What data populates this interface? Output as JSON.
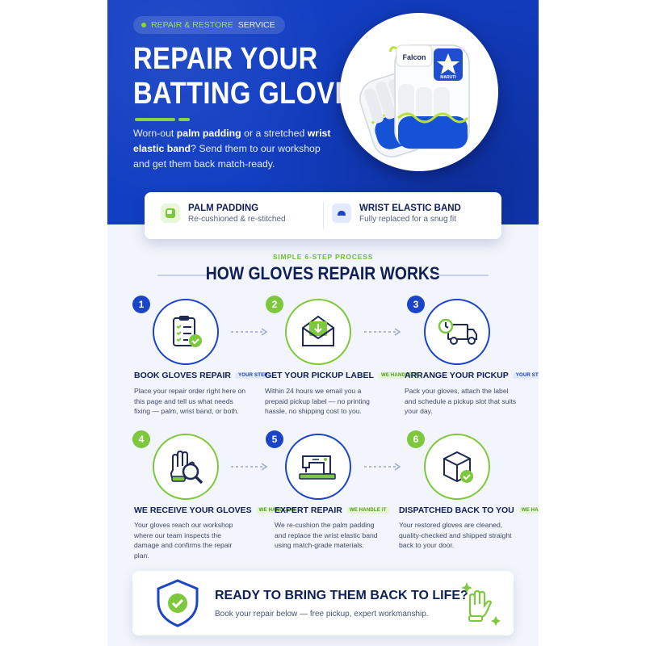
{
  "hero": {
    "pill_prefix": "REPAIR & RESTORE",
    "pill_suffix": "SERVICE",
    "title_line1": "REPAIR YOUR",
    "title_line2": "BATTING GLOVES",
    "lede_part1": "Worn-out ",
    "lede_bold1": "palm padding",
    "lede_part2": " or a stretched ",
    "lede_bold2": "wrist elastic band",
    "lede_part3": "? Send them to our workshop and get them back match-ready.",
    "glove_brand_text": "Falcon",
    "glove_logo_text": "MARUTI"
  },
  "features": [
    {
      "title": "PALM PADDING",
      "subtitle": "Re-cushioned & re-stitched",
      "icon": "palm-pad-icon",
      "color": "#7ec83d"
    },
    {
      "title": "WRIST ELASTIC BAND",
      "subtitle": "Fully replaced for a snug fit",
      "icon": "wrist-band-icon",
      "color": "#1b44c6"
    }
  ],
  "process": {
    "kicker": "SIMPLE 6-STEP PROCESS",
    "title": "HOW GLOVES REPAIR WORKS"
  },
  "steps": [
    {
      "number": "1",
      "title": "BOOK GLOVES REPAIR",
      "badge": "YOUR STEP",
      "badge_type": "you",
      "description": "Place your repair order right here on this page and tell us what needs fixing — palm, wrist band, or both.",
      "icon": "clipboard-checklist-icon"
    },
    {
      "number": "2",
      "title": "GET YOUR PICKUP LABEL",
      "badge": "WE HANDLE IT",
      "badge_type": "we",
      "description": "Within 24 hours we email you a prepaid pickup label — no printing hassle, no shipping cost to you.",
      "icon": "email-envelope-icon"
    },
    {
      "number": "3",
      "title": "ARRANGE YOUR PICKUP",
      "badge": "YOUR STEP",
      "badge_type": "you",
      "description": "Pack your gloves, attach the label and schedule a pickup slot that suits your day.",
      "icon": "delivery-truck-icon"
    },
    {
      "number": "4",
      "title": "WE RECEIVE YOUR GLOVES",
      "badge": "WE HANDLE IT",
      "badge_type": "we",
      "description": "Your gloves reach our workshop where our team inspects the damage and confirms the repair plan.",
      "icon": "glove-inspect-icon"
    },
    {
      "number": "5",
      "title": "EXPERT REPAIR",
      "badge": "WE HANDLE IT",
      "badge_type": "we",
      "description": "We re-cushion the palm padding and replace the wrist elastic band using match-grade materials.",
      "icon": "sewing-machine-icon"
    },
    {
      "number": "6",
      "title": "DISPATCHED BACK TO YOU",
      "badge": "WE HANDLE IT",
      "badge_type": "we",
      "description": "Your restored gloves are cleaned, quality-checked and shipped straight back to your door.",
      "icon": "package-check-icon"
    }
  ],
  "cta": {
    "title": "READY TO BRING THEM BACK TO LIFE?",
    "subtitle": "Book your repair below — free pickup, expert workmanship.",
    "icon_left": "shield-check-icon",
    "icon_right": "sparkle-glove-icon"
  },
  "colors": {
    "brand_blue": "#123ec2",
    "accent_green": "#7ec83d",
    "navy_text": "#0f1f55"
  }
}
